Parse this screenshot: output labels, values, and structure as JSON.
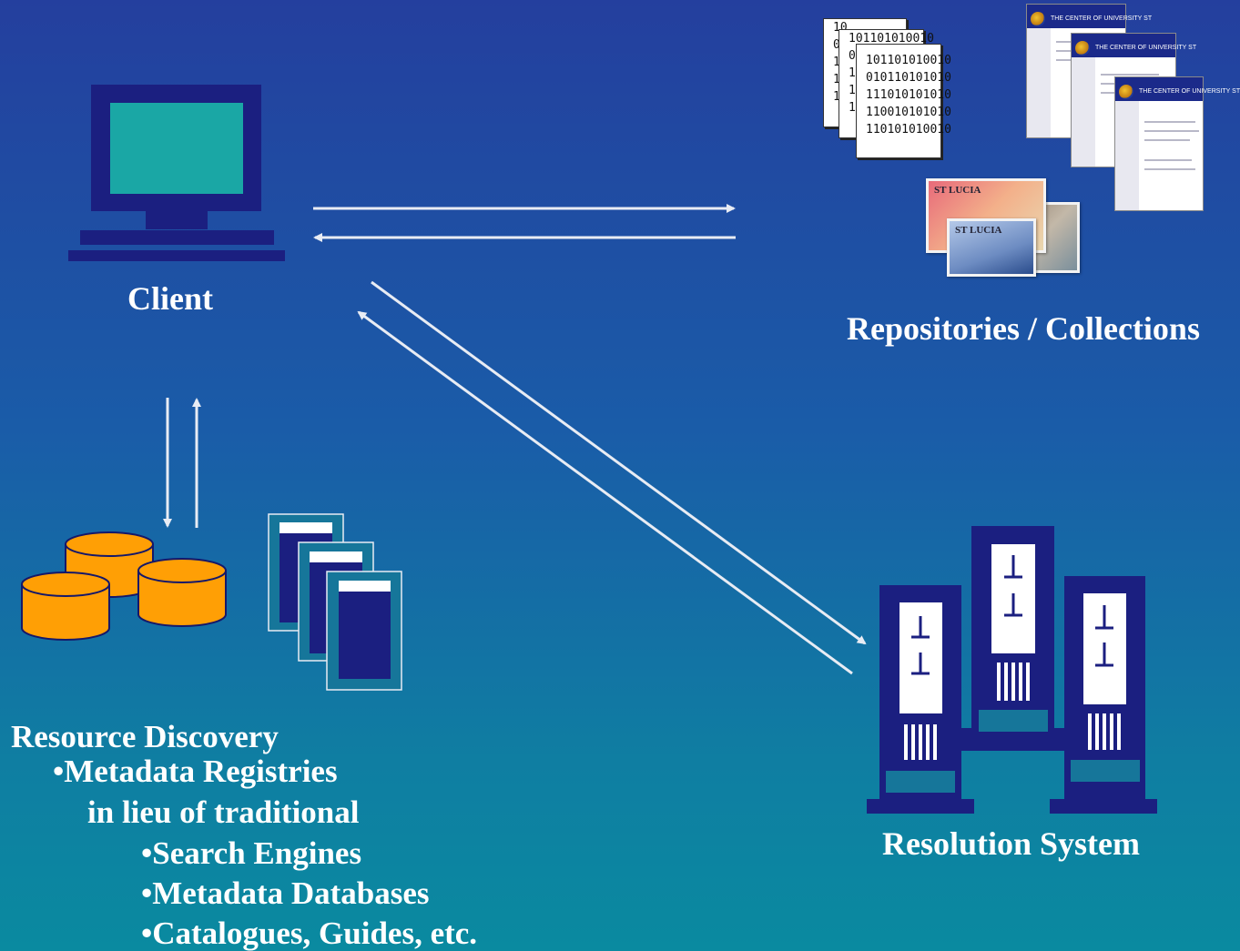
{
  "labels": {
    "client": "Client",
    "repositories": "Repositories / Collections",
    "resolution": "Resolution System"
  },
  "resource_discovery": {
    "title": "Resource Discovery",
    "line1": "•Metadata Registries",
    "line2": "in lieu of traditional",
    "items": [
      "•Search Engines",
      "•Metadata Databases",
      "•Catalogues, Guides, etc."
    ]
  },
  "binary_docs": {
    "back1": [
      "10",
      "01",
      "11",
      "11",
      "11",
      "11"
    ],
    "back2": [
      "101101010010",
      "01",
      "11",
      "11",
      "11"
    ],
    "front": [
      "101101010010",
      "010110101010",
      "111010101010",
      "110010101010",
      "110101010010"
    ]
  },
  "web_pages": {
    "title": "THE CENTER OF UNIVERSITY ST"
  },
  "stamps": {
    "label1": "ST LUCIA",
    "label2": "ST LUCIA"
  },
  "colors": {
    "arrow": "#e8ecf4",
    "navy": "#1b1f80",
    "teal_screen": "#1aa7a5",
    "disk": "#ff9f05"
  },
  "icons": {
    "client": "computer-monitor-icon",
    "databases": "database-cylinders-icon",
    "catalog": "catalog-stack-icon",
    "resolution": "server-towers-icon"
  }
}
